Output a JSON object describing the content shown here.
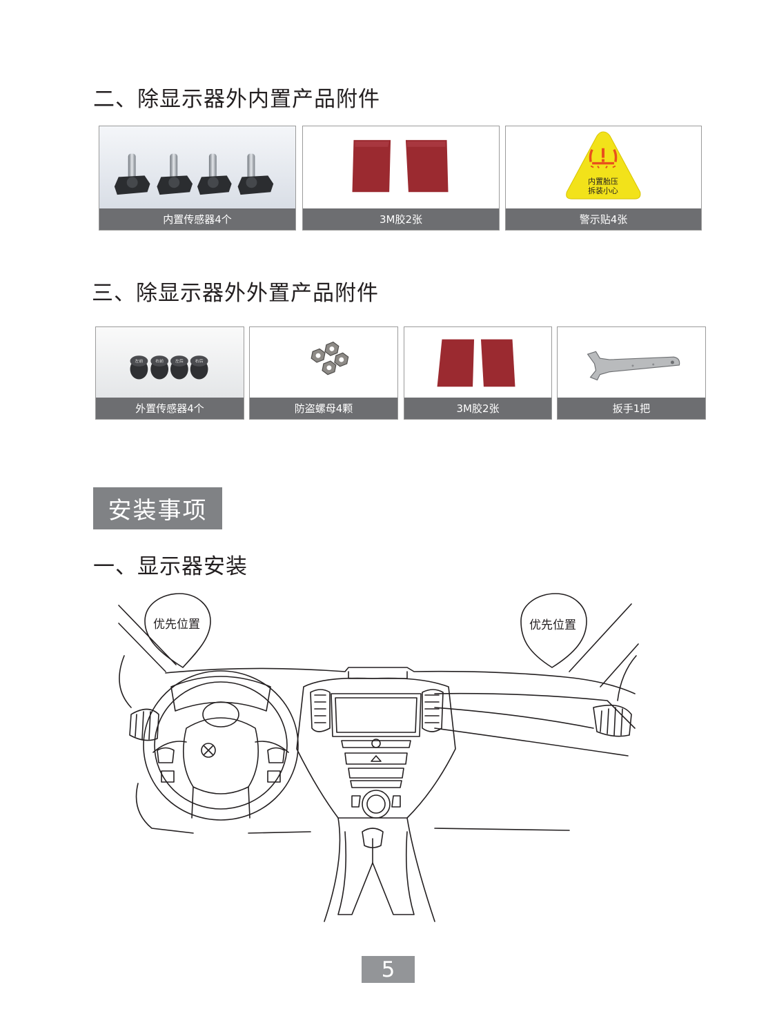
{
  "section2": {
    "title": "二、除显示器外内置产品附件",
    "items": [
      {
        "caption": "内置传感器4个"
      },
      {
        "caption": "3M胶2张"
      },
      {
        "caption": "警示贴4张",
        "sticker_line1": "内置胎压",
        "sticker_line2": "拆装小心"
      }
    ]
  },
  "section3": {
    "title": "三、除显示器外外置产品附件",
    "items": [
      {
        "caption": "外置传感器4个",
        "cap_labels": [
          "左前",
          "右前",
          "左后",
          "右后"
        ]
      },
      {
        "caption": "防盗螺母4颗"
      },
      {
        "caption": "3M胶2张"
      },
      {
        "caption": "扳手1把"
      }
    ]
  },
  "install": {
    "section_label": "安装事项",
    "subtitle": "一、显示器安装",
    "pin_left": "优先位置",
    "pin_right": "优先位置"
  },
  "page": {
    "number": "5"
  },
  "colors": {
    "caption_bar": "#6d6e71",
    "section_box": "#808285",
    "tape_red": "#9b2a30",
    "sticker_yellow": "#f2e21a",
    "sticker_orange": "#e8501c"
  }
}
